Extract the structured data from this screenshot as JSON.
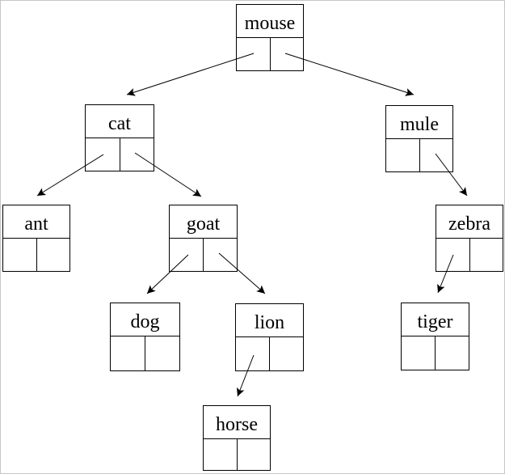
{
  "diagram": {
    "type": "binary-search-tree",
    "nodes": [
      {
        "label": "mouse",
        "left": "cat",
        "right": "mule"
      },
      {
        "label": "cat",
        "left": "ant",
        "right": "goat"
      },
      {
        "label": "mule",
        "left": null,
        "right": "zebra"
      },
      {
        "label": "ant",
        "left": null,
        "right": null
      },
      {
        "label": "goat",
        "left": "dog",
        "right": "lion"
      },
      {
        "label": "zebra",
        "left": "tiger",
        "right": null
      },
      {
        "label": "dog",
        "left": null,
        "right": null
      },
      {
        "label": "lion",
        "left": "horse",
        "right": null
      },
      {
        "label": "tiger",
        "left": null,
        "right": null
      },
      {
        "label": "horse",
        "left": null,
        "right": null
      }
    ],
    "edges": [
      {
        "from": "mouse",
        "pointer": "left",
        "to": "cat"
      },
      {
        "from": "mouse",
        "pointer": "right",
        "to": "mule"
      },
      {
        "from": "cat",
        "pointer": "left",
        "to": "ant"
      },
      {
        "from": "cat",
        "pointer": "right",
        "to": "goat"
      },
      {
        "from": "goat",
        "pointer": "left",
        "to": "dog"
      },
      {
        "from": "goat",
        "pointer": "right",
        "to": "lion"
      },
      {
        "from": "mule",
        "pointer": "right",
        "to": "zebra"
      },
      {
        "from": "zebra",
        "pointer": "left",
        "to": "tiger"
      },
      {
        "from": "lion",
        "pointer": "left",
        "to": "horse"
      }
    ]
  },
  "colors": {
    "node_border": "#000000",
    "edge_line": "#000000",
    "page_border": "#c6c6c6",
    "background": "#ffffff"
  }
}
